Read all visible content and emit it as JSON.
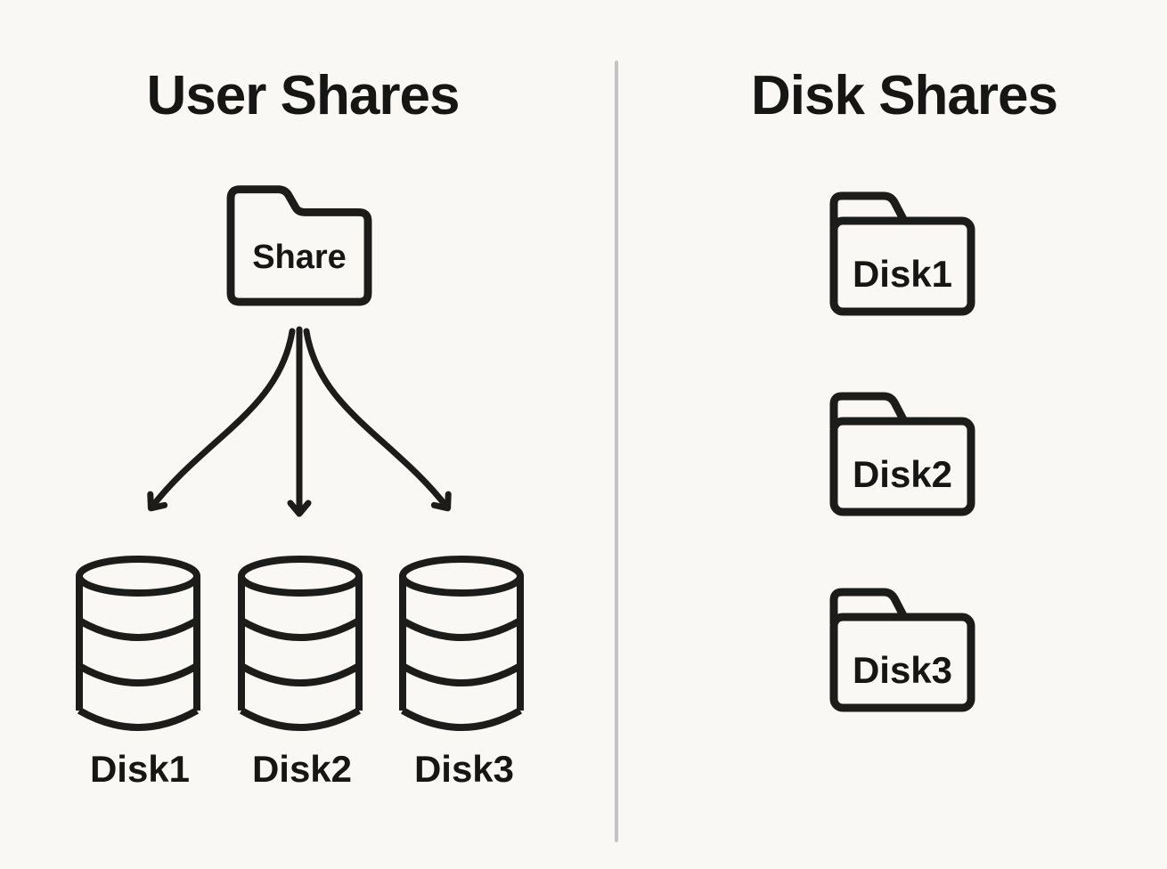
{
  "left": {
    "title": "User Shares",
    "share_folder": {
      "label": "Share",
      "icon": "folder-icon"
    },
    "arrows": [
      {
        "name": "arrow-to-disk1"
      },
      {
        "name": "arrow-to-disk2"
      },
      {
        "name": "arrow-to-disk3"
      }
    ],
    "disks": [
      {
        "label": "Disk1",
        "icon": "disk-cylinder-icon"
      },
      {
        "label": "Disk2",
        "icon": "disk-cylinder-icon"
      },
      {
        "label": "Disk3",
        "icon": "disk-cylinder-icon"
      }
    ]
  },
  "right": {
    "title": "Disk Shares",
    "folders": [
      {
        "label": "Disk1",
        "icon": "folder-icon"
      },
      {
        "label": "Disk2",
        "icon": "folder-icon"
      },
      {
        "label": "Disk3",
        "icon": "folder-icon"
      }
    ]
  },
  "colors": {
    "background": "#faf8f4",
    "stroke": "#1c1c1a",
    "text": "#161614",
    "divider": "#c3c3c3"
  }
}
